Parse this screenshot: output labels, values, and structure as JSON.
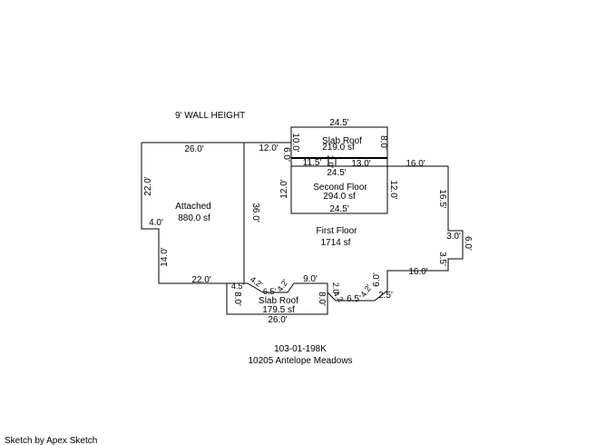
{
  "header": {
    "wall_height": "9' WALL HEIGHT"
  },
  "areas": {
    "attached": {
      "name": "Attached",
      "area": "880.0 sf"
    },
    "first_floor": {
      "name": "First Floor",
      "area": "1714 sf"
    },
    "second_floor": {
      "name": "Second Floor",
      "area": "294.0 sf"
    },
    "slab_roof_top": {
      "name": "Slab Roof",
      "area": "219.0 sf"
    },
    "slab_roof_bottom": {
      "name": "Slab Roof",
      "area": "179.5 sf"
    }
  },
  "dims": {
    "att_top": "26.0'",
    "att_left": "22.0'",
    "att_notch": "4.0'",
    "att_left_lower": "14.0'",
    "att_bottom": "22.0'",
    "att_right": "36.0'",
    "ff_top_left": "12.0'",
    "ff_top_vert": "6.0'",
    "ff_mid_vert": "12.0'",
    "ff_top_right": "16.0'",
    "ff_right_upper": "16.5'",
    "ff_step_a": "3.0'",
    "ff_step_vert": "6.0'",
    "ff_step_b": "3.5'",
    "ff_bottom_right": "16.0'",
    "ff_vert_right": "6.0'",
    "ff_diag_right": "4.2'",
    "ff_bot_right_small": "2.5'",
    "ff_bot_mid_right": "6.5'",
    "ff_diag_mid": "2.0'",
    "ff_bottom_mid": "9.0'",
    "ff_diag_left": "4.2'",
    "ff_bot_left_small": "6.5'",
    "ff_diag_left2": "4.2'",
    "ff_left_small": "4.5'",
    "sr_top": "24.5'",
    "sr_left": "10.0'",
    "sr_right": "8.0'",
    "sr_inner_a": "11.5'",
    "sr_inner_b": "2.0'",
    "sr_inner_c": "13.0'",
    "sf_top": "24.5'",
    "sf_left": "12.0'",
    "sf_right": "12.0'",
    "sf_bottom": "24.5'",
    "sb_left": "8.0'",
    "sb_right": "8.0'",
    "sb_bottom": "26.0'"
  },
  "footer": {
    "id": "103-01-198K",
    "address": "10205 Antelope Meadows",
    "credit": "Sketch by Apex Sketch"
  }
}
